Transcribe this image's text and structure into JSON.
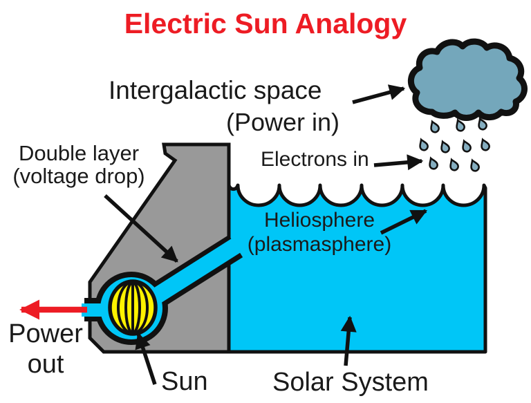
{
  "title": "Electric Sun Analogy",
  "labels": {
    "intergalactic_space": "Intergalactic space",
    "power_in": "(Power in)",
    "double_layer": "Double layer",
    "voltage_drop": "(voltage drop)",
    "electrons_in": "Electrons in",
    "heliosphere": "Heliosphere",
    "plasmasphere": "(plasmasphere)",
    "power_out_line1": "Power",
    "power_out_line2": "out",
    "sun": "Sun",
    "solar_system": "Solar System"
  },
  "colors": {
    "title_red": "#ed1c24",
    "arrow_red": "#ed1c24",
    "water_cyan": "#00c6f7",
    "dam_gray": "#999999",
    "cloud_blue_gray": "#74a7bb",
    "raindrop_blue_gray": "#85aec0",
    "sun_yellow": "#fff200",
    "outline_black": "#111111",
    "background": "#ffffff"
  },
  "icons": {
    "cloud": "rain-cloud",
    "raindrops": "falling-raindrops",
    "sun": "striped-sun-sphere",
    "red_arrow": "power-out-arrow"
  }
}
